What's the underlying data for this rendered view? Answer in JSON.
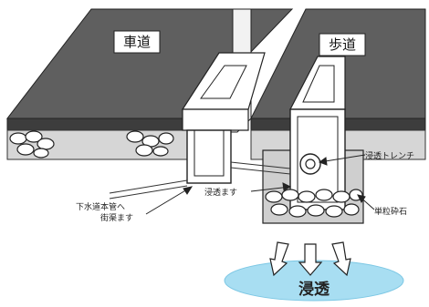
{
  "labels": {
    "roadway": "車道",
    "sidewalk": "歩道",
    "infiltration_trench": "浸透トレンチ",
    "sewer_main": "下水道本管へ",
    "street_inlet": "街渠ます",
    "infiltration_basin": "浸透ます",
    "single_grain_gravel": "単粒砕石",
    "infiltration": "浸透"
  },
  "colors": {
    "pavement": "#5f5f5f",
    "pavement_dark": "#3d3d3d",
    "base_layer": "#cfcfcf",
    "gravel_bed": "#8c8c8c",
    "water": "#a8def2"
  }
}
